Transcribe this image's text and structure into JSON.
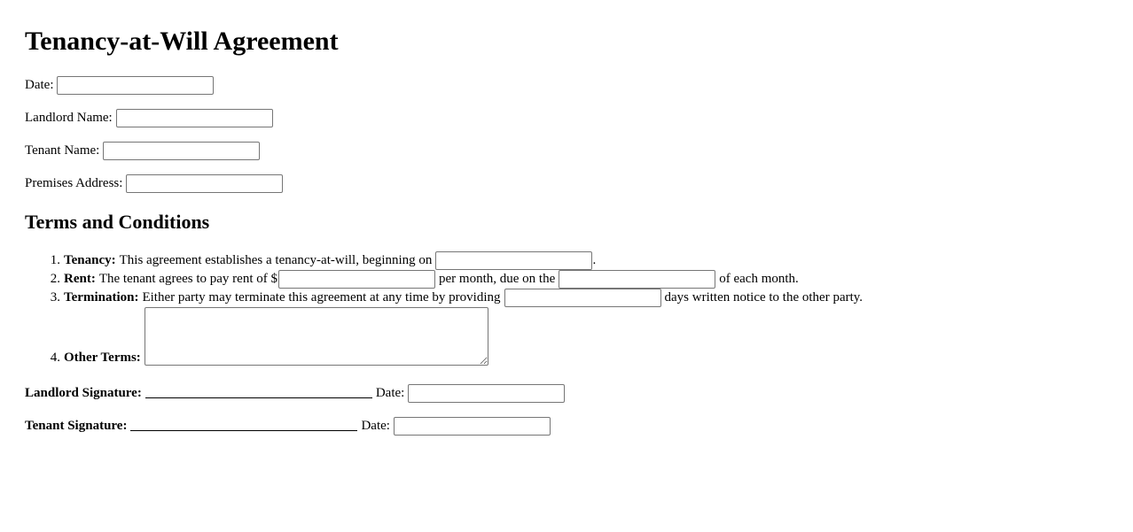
{
  "title": "Tenancy-at-Will Agreement",
  "fields": {
    "date_label": "Date:",
    "landlord_label": "Landlord Name:",
    "tenant_label": "Tenant Name:",
    "premises_label": "Premises Address:"
  },
  "terms": {
    "heading": "Terms and Conditions",
    "items": [
      {
        "number": "1.",
        "label": "Tenancy:",
        "text_before": "This agreement establishes a tenancy-at-will, beginning on",
        "text_after": "."
      },
      {
        "number": "2.",
        "label": "Rent:",
        "text_before": "The tenant agrees to pay rent of $",
        "text_middle": "per month, due on the",
        "text_after": "of each month."
      },
      {
        "number": "3.",
        "label": "Termination:",
        "text_before": "Either party may terminate this agreement at any time by providing",
        "text_after": "days written notice to the other party."
      },
      {
        "number": "4.",
        "label": "Other Terms:"
      }
    ]
  },
  "signatures": {
    "landlord_label": "Landlord Signature:",
    "tenant_label": "Tenant Signature:",
    "date_label": "Date:"
  }
}
